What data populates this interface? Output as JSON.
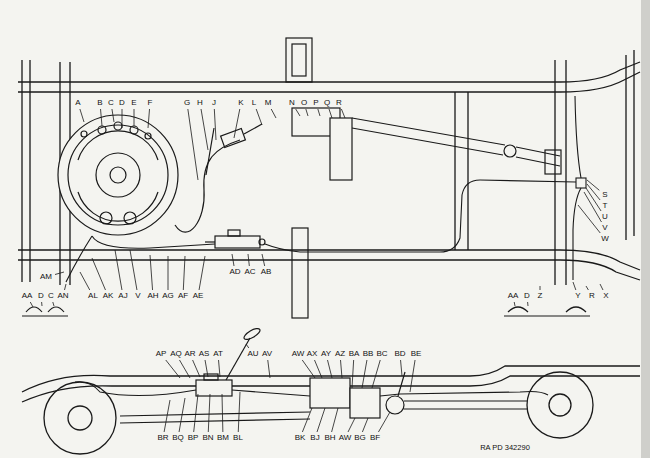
{
  "diagram": {
    "labels": [
      "A",
      "B",
      "C",
      "D",
      "E",
      "F",
      "G",
      "H",
      "J",
      "K",
      "L",
      "M",
      "N",
      "O",
      "P",
      "Q",
      "R",
      "S",
      "T",
      "U",
      "V",
      "W",
      "AM",
      "AA",
      "D",
      "C",
      "AN",
      "AL",
      "AK",
      "AJ",
      "V",
      "AH",
      "AG",
      "AF",
      "AE",
      "AD",
      "AC",
      "AB",
      "AA",
      "D",
      "Z",
      "Y",
      "R",
      "X",
      "AP",
      "AQ",
      "AR",
      "AS",
      "AT",
      "AU",
      "AV",
      "AW",
      "AX",
      "AY",
      "AZ",
      "BA",
      "BB",
      "BC",
      "BD",
      "BE",
      "BR",
      "BQ",
      "BP",
      "BN",
      "BM",
      "BL",
      "BK",
      "BJ",
      "BH",
      "AW",
      "BG",
      "BF",
      "RA PD 342290"
    ]
  }
}
